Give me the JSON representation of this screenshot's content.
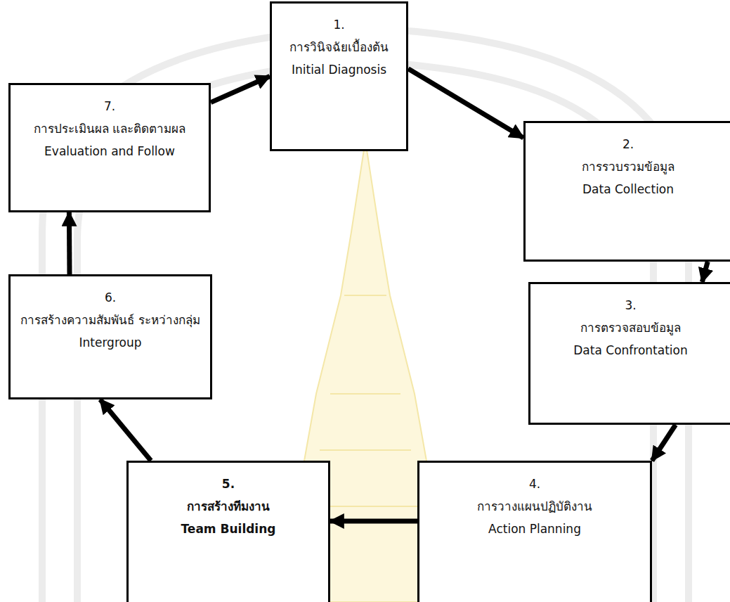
{
  "diagram": {
    "nodes": [
      {
        "text": [
          "1.",
          "การวินิจฉัยเบื้องต้น",
          "Initial Diagnosis"
        ]
      },
      {
        "text": [
          "2.",
          "การรวบรวมข้อมูล",
          "Data Collection"
        ]
      },
      {
        "text": [
          "3.",
          "การตรวจสอบข้อมูล",
          "Data Confrontation"
        ]
      },
      {
        "text": [
          "4.",
          "การวางแผนปฏิบัติงาน",
          "Action Planning"
        ]
      },
      {
        "text": [
          "5.",
          "การสร้างทีมงาน",
          "Team Building"
        ]
      },
      {
        "text": [
          "6.",
          "การสร้างความสัมพันธ์ ระหว่างกลุ่ม",
          "Intergroup"
        ]
      },
      {
        "text": [
          "7.",
          "การประเมินผล และติดตามผล",
          "Evaluation and Follow"
        ]
      }
    ],
    "edges": [
      {
        "from": 0,
        "to": 1,
        "arrow": "to"
      },
      {
        "from": 1,
        "to": 2,
        "arrow": "to"
      },
      {
        "from": 2,
        "to": 3,
        "arrow": "to"
      },
      {
        "from": 3,
        "to": 4,
        "arrow": "to"
      },
      {
        "from": 4,
        "to": 5,
        "arrow": "to"
      },
      {
        "from": 5,
        "to": 6,
        "arrow": "to"
      },
      {
        "from": 6,
        "to": 0,
        "arrow": "to"
      }
    ]
  }
}
